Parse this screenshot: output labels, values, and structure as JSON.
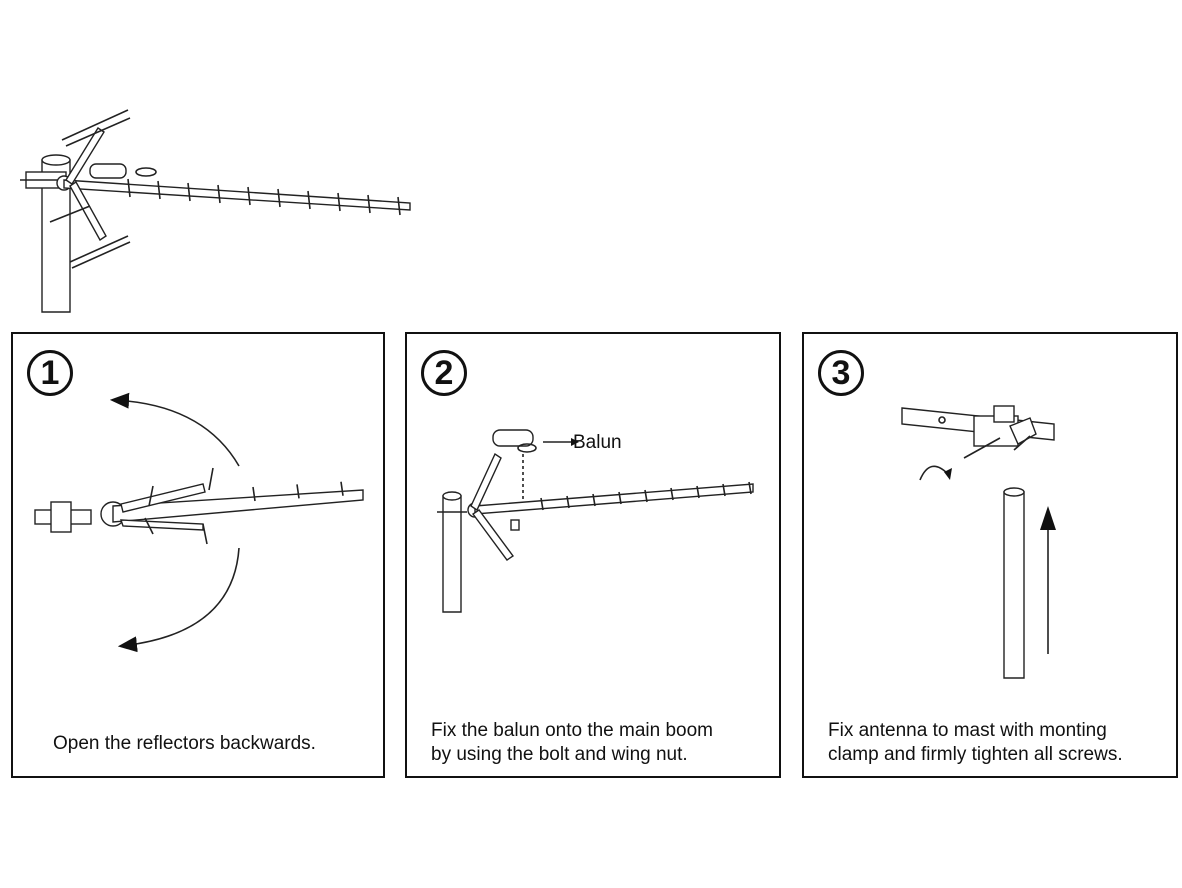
{
  "steps": [
    {
      "number": "1",
      "caption_lines": [
        "Open the reflectors backwards."
      ]
    },
    {
      "number": "2",
      "caption_lines": [
        "Fix the balun onto the main boom",
        "by using the bolt and wing nut."
      ],
      "callout": "Balun"
    },
    {
      "number": "3",
      "caption_lines": [
        "Fix antenna to mast with monting",
        "clamp and firmly tighten all screws."
      ]
    }
  ]
}
